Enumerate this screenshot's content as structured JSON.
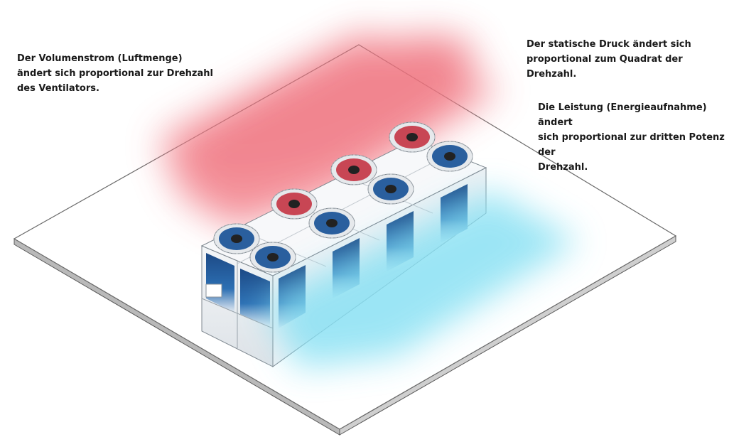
{
  "captions": {
    "volume_flow": [
      "Der Volumenstrom (Luftmenge)",
      "ändert sich proportional zur Drehzahl",
      "des Ventilators."
    ],
    "static_pressure": [
      "Der statische Druck ändert sich",
      "proportional zum Quadrat der Drehzahl."
    ],
    "power": [
      "Die Leistung (Energieaufnahme) ändert",
      "sich proportional zur dritten Potenz der",
      "Drehzahl."
    ]
  },
  "illustration": {
    "fan_count": 8,
    "warm_air_color": "#f28c94",
    "cool_air_color": "#8fe3f4",
    "platform_color": "#ffffff",
    "panel_color": "#1f4f8c"
  }
}
